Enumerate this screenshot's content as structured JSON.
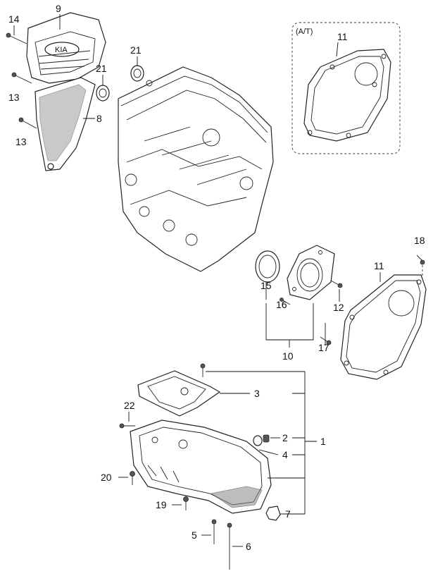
{
  "inset_label": "(A/T)",
  "callouts": {
    "c1": "1",
    "c2": "2",
    "c3": "3",
    "c4": "4",
    "c5": "5",
    "c6": "6",
    "c7": "7",
    "c8": "8",
    "c9": "9",
    "c10": "10",
    "c11_inset": "11",
    "c11_main": "11",
    "c12": "12",
    "c13_upper": "13",
    "c13_lower": "13",
    "c14": "14",
    "c15": "15",
    "c16": "16",
    "c17": "17",
    "c18": "18",
    "c19": "19",
    "c20": "20",
    "c21_right": "21",
    "c21_left": "21",
    "c22": "22"
  }
}
